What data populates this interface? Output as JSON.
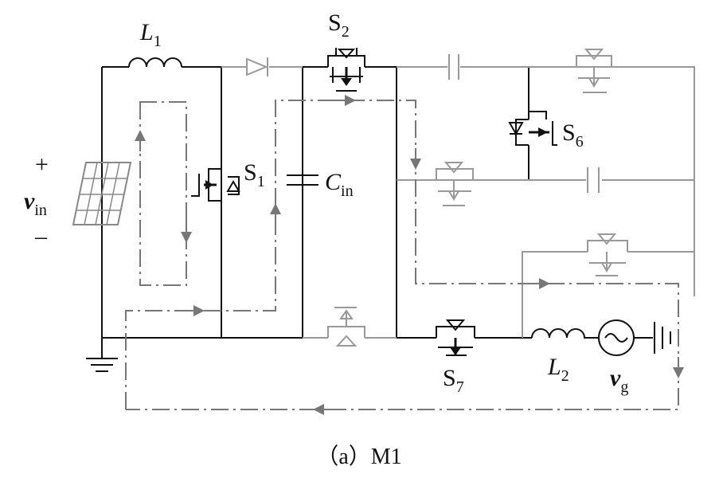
{
  "labels": {
    "L1": {
      "main": "L",
      "sub": "1"
    },
    "S1": {
      "main": "S",
      "sub": "1"
    },
    "S2": {
      "main": "S",
      "sub": "2"
    },
    "S6": {
      "main": "S",
      "sub": "6"
    },
    "S7": {
      "main": "S",
      "sub": "7"
    },
    "Cin": {
      "main": "C",
      "sub": "in"
    },
    "L2": {
      "main": "L",
      "sub": "2"
    },
    "vg": {
      "main": "v",
      "sub": "g"
    },
    "vin": {
      "main": "v",
      "sub": "in"
    },
    "plus": "+",
    "minus": "–"
  },
  "caption": "（a）M1",
  "colors": {
    "active": "#111111",
    "inactive": "#999999",
    "flow": "#777777"
  },
  "icons": {
    "pv": "solar-panel-icon",
    "ground": "ground-icon",
    "source": "ac-source-icon"
  }
}
